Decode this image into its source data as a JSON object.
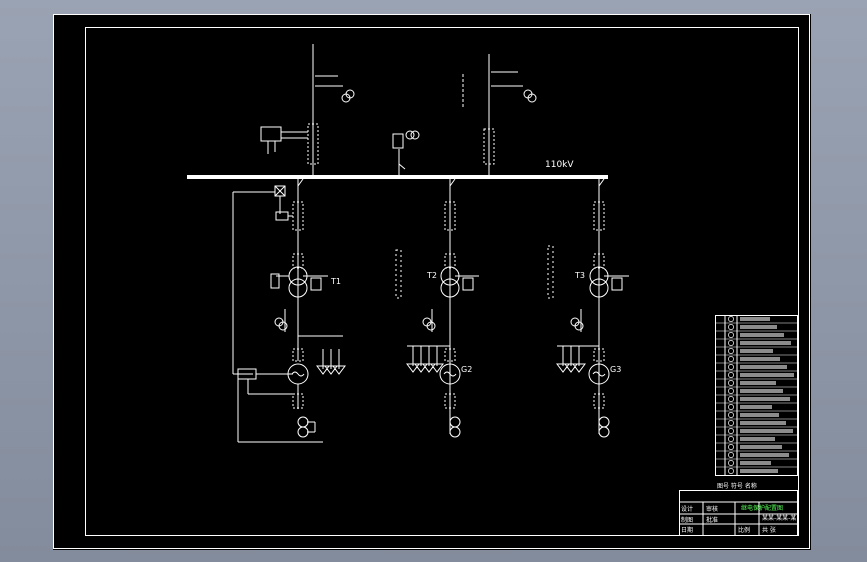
{
  "drawing": {
    "bus_label": "110kV",
    "transformers": [
      "T1",
      "T2",
      "T3"
    ],
    "generators": [
      "G2",
      "G3"
    ]
  },
  "title_block": {
    "caption": "图号 符号 名称",
    "project_title": "继电保护配置图",
    "code_text": "某某-某某-某",
    "label_design": "设计",
    "label_check": "审核",
    "label_draw": "制图",
    "label_approve": "批准",
    "label_date": "日期",
    "label_scale": "比例",
    "label_sheet": "共 张"
  },
  "colors": {
    "background": "#8f98a8",
    "canvas": "#000000",
    "line": "#ffffff",
    "frame": "#ffffff",
    "title_text": "#55ff55"
  }
}
